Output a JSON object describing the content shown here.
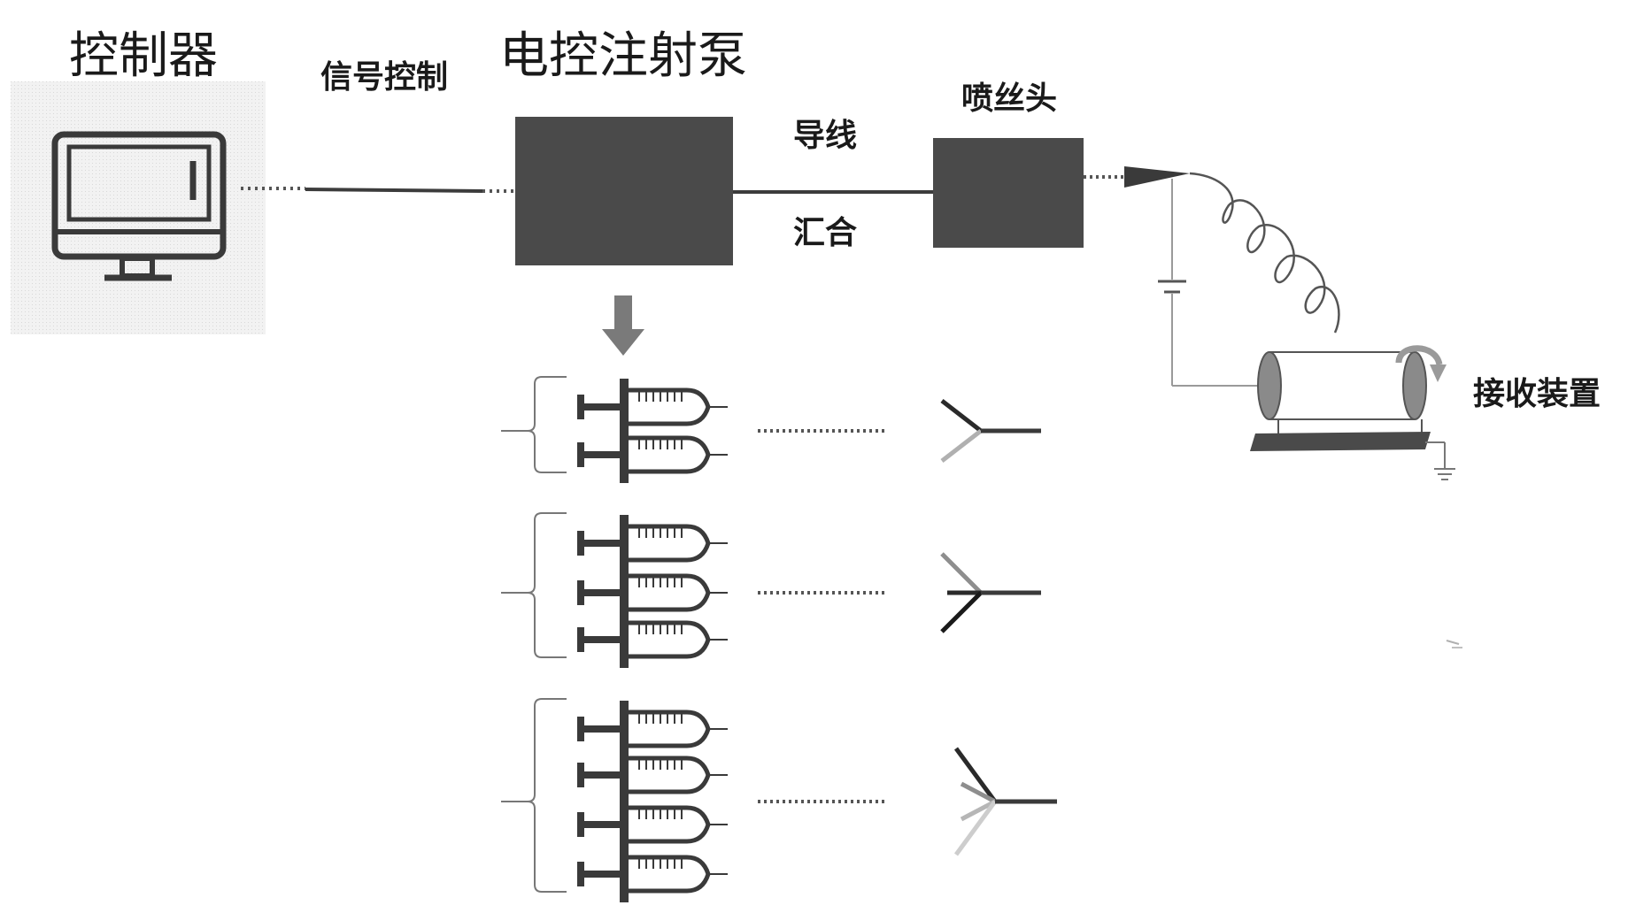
{
  "labels": {
    "controller": "控制器",
    "signal_control": "信号控制",
    "pump": "电控注射泵",
    "wire": "导线",
    "merge": "汇合",
    "nozzle": "喷丝头",
    "receiver": "接收装置"
  },
  "groups": [
    {
      "syringe_count": 2,
      "branch_count": 2
    },
    {
      "syringe_count": 3,
      "branch_count": 3
    },
    {
      "syringe_count": 4,
      "branch_count": 4
    }
  ],
  "colors": {
    "box_fill": "#4a4a4a",
    "line": "#3c3c3c",
    "syringe": "#3a3a3a",
    "arrow": "#7a7a7a",
    "monitor_bg": "#ececec"
  }
}
